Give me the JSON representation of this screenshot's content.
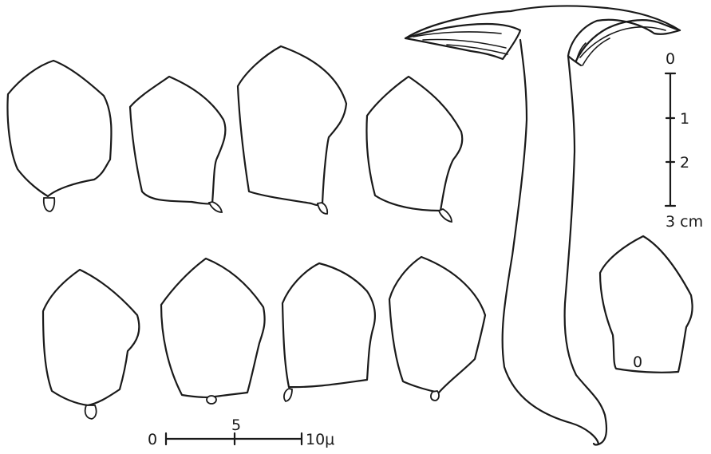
{
  "figure": {
    "spore_scale": {
      "ticks": [
        "0",
        "5",
        "10μ"
      ]
    },
    "fruitbody_scale": {
      "ticks": [
        "0",
        "1",
        "2",
        "3 cm"
      ]
    },
    "oil_drop_label": "0"
  }
}
